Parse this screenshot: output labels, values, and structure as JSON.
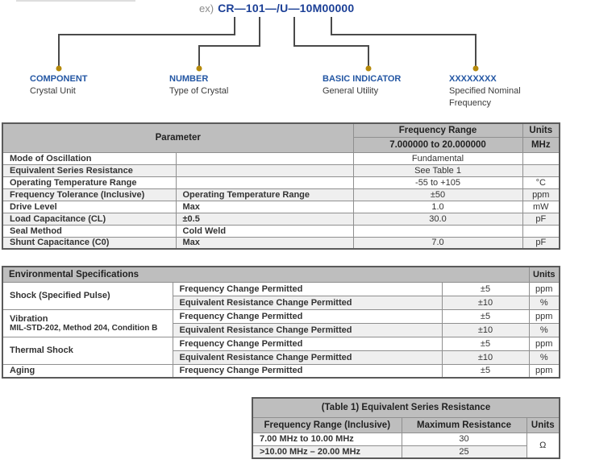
{
  "diagram": {
    "prefix": "ex)",
    "part_number": "CR—101—/U—10M00000",
    "labels": [
      {
        "title": "COMPONENT",
        "subtitle": "Crystal Unit"
      },
      {
        "title": "NUMBER",
        "subtitle": "Type of Crystal"
      },
      {
        "title": "BASIC INDICATOR",
        "subtitle": "General Utility"
      },
      {
        "title": "XXXXXXXX",
        "subtitle": "Specified Nominal Frequency"
      }
    ]
  },
  "parameter_table": {
    "header": {
      "parameter": "Parameter",
      "frequency_range": "Frequency Range",
      "frequency_range_value": "7.000000 to 20.000000",
      "units": "Units",
      "units_value": "MHz"
    },
    "rows": [
      {
        "param": "Mode of Oscillation",
        "condition": "",
        "value": "Fundamental",
        "unit": ""
      },
      {
        "param": "Equivalent Series Resistance",
        "condition": "",
        "value": "See Table 1",
        "unit": ""
      },
      {
        "param": "Operating Temperature Range",
        "condition": "",
        "value": "-55 to +105",
        "unit": "°C"
      },
      {
        "param": "Frequency Tolerance (Inclusive)",
        "condition": "Operating Temperature Range",
        "value": "±50",
        "unit": "ppm"
      },
      {
        "param": "Drive Level",
        "condition": "Max",
        "value": "1.0",
        "unit": "mW"
      },
      {
        "param": "Load Capacitance (CL)",
        "condition": "±0.5",
        "value": "30.0",
        "unit": "pF"
      },
      {
        "param": "Seal Method",
        "condition": "Cold Weld",
        "value": "",
        "unit": ""
      },
      {
        "param": "Shunt Capacitance (C0)",
        "condition": "Max",
        "value": "7.0",
        "unit": "pF"
      }
    ]
  },
  "environmental_table": {
    "title": "Environmental Specifications",
    "units_header": "Units",
    "groups": [
      {
        "name": "Shock (Specified Pulse)",
        "name_line2": "",
        "rows": [
          {
            "test": "Frequency Change Permitted",
            "value": "±5",
            "unit": "ppm"
          },
          {
            "test": "Equivalent Resistance Change Permitted",
            "value": "±10",
            "unit": "%"
          }
        ]
      },
      {
        "name": "Vibration",
        "name_line2": "MIL-STD-202, Method 204, Condition B",
        "rows": [
          {
            "test": "Frequency Change Permitted",
            "value": "±5",
            "unit": "ppm"
          },
          {
            "test": "Equivalent Resistance Change Permitted",
            "value": "±10",
            "unit": "%"
          }
        ]
      },
      {
        "name": "Thermal Shock",
        "name_line2": "",
        "rows": [
          {
            "test": "Frequency Change Permitted",
            "value": "±5",
            "unit": "ppm"
          },
          {
            "test": "Equivalent Resistance Change Permitted",
            "value": "±10",
            "unit": "%"
          }
        ]
      },
      {
        "name": "Aging",
        "name_line2": "",
        "rows": [
          {
            "test": "Frequency Change Permitted",
            "value": "±5",
            "unit": "ppm"
          }
        ]
      }
    ]
  },
  "table1": {
    "title": "(Table 1) Equivalent Series Resistance",
    "col_headers": [
      "Frequency Range (Inclusive)",
      "Maximum Resistance",
      "Units"
    ],
    "rows": [
      {
        "range": "7.00 MHz to 10.00 MHz",
        "max_resistance": "30"
      },
      {
        "range": ">10.00 MHz – 20.00 MHz",
        "max_resistance": "25"
      }
    ],
    "shared_unit": "Ω"
  },
  "colors": {
    "header_gray": "#BEBEBE",
    "stripe_gray": "#EFEFEF",
    "label_blue": "#2356A3",
    "part_number_blue": "#1B3F96",
    "dot_gold": "#B5890B",
    "line_gray": "#4A4A4A"
  }
}
